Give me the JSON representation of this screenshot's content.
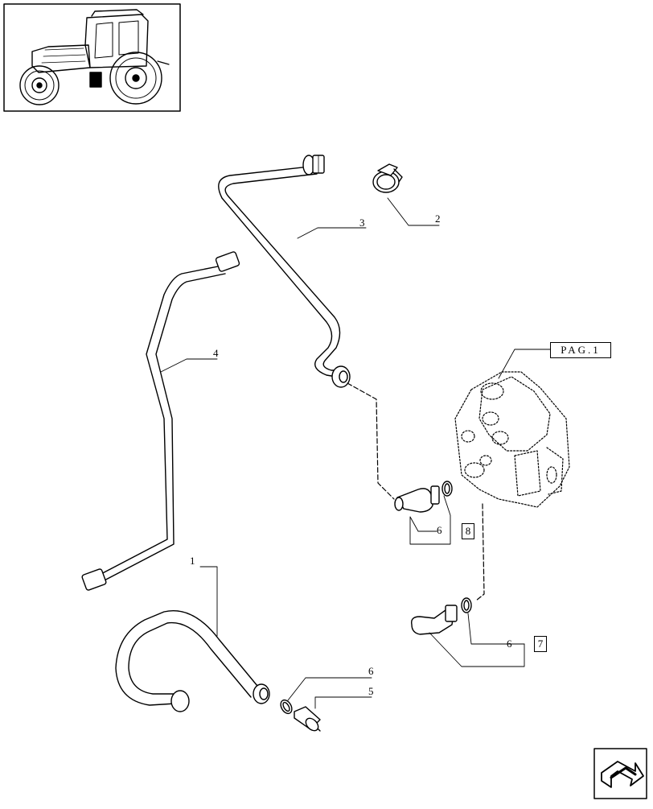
{
  "callouts": {
    "c1": "1",
    "c2": "2",
    "c3": "3",
    "c4": "4",
    "c5": "5",
    "c6a": "6",
    "c6b": "6",
    "c6c": "6"
  },
  "refs": {
    "page_ref": "PAG.1",
    "ref_7": "7",
    "ref_8": "8"
  },
  "icons": {
    "thumbnail": "tractor-thumbnail-icon",
    "nav": "next-page-arrow-icon"
  }
}
